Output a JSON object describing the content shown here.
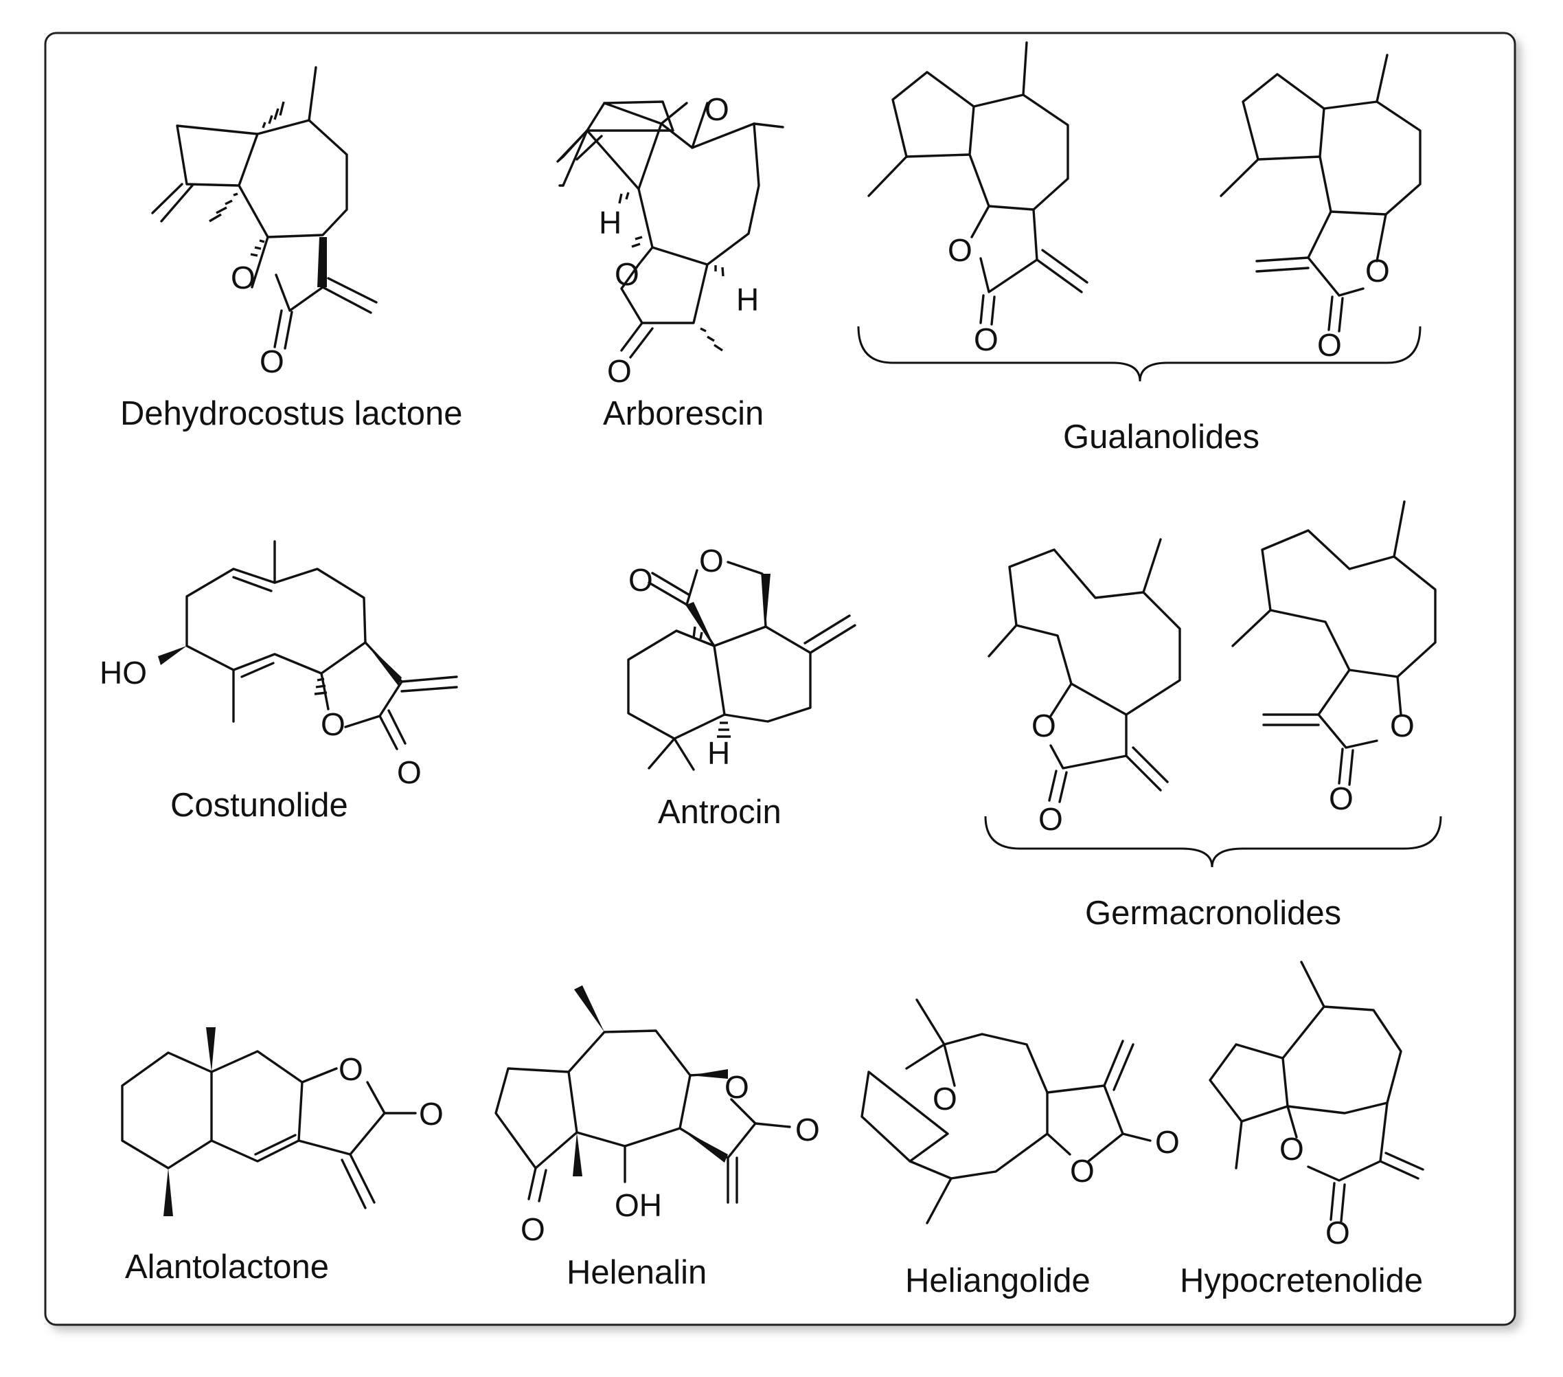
{
  "compounds": [
    {
      "name": "Dehydrocostus lactone"
    },
    {
      "name": "Arborescin"
    },
    {
      "name": "Costunolide"
    },
    {
      "name": "Antrocin"
    },
    {
      "name": "Alantolactone"
    },
    {
      "name": "Helenalin"
    },
    {
      "name": "Heliangolide"
    },
    {
      "name": "Hypocretenolide"
    }
  ],
  "groups": [
    {
      "name": "Gualanolides"
    },
    {
      "name": "Germacronolides"
    }
  ],
  "atoms": {
    "O": "O",
    "H": "H",
    "HO": "HO",
    "OH": "OH"
  }
}
